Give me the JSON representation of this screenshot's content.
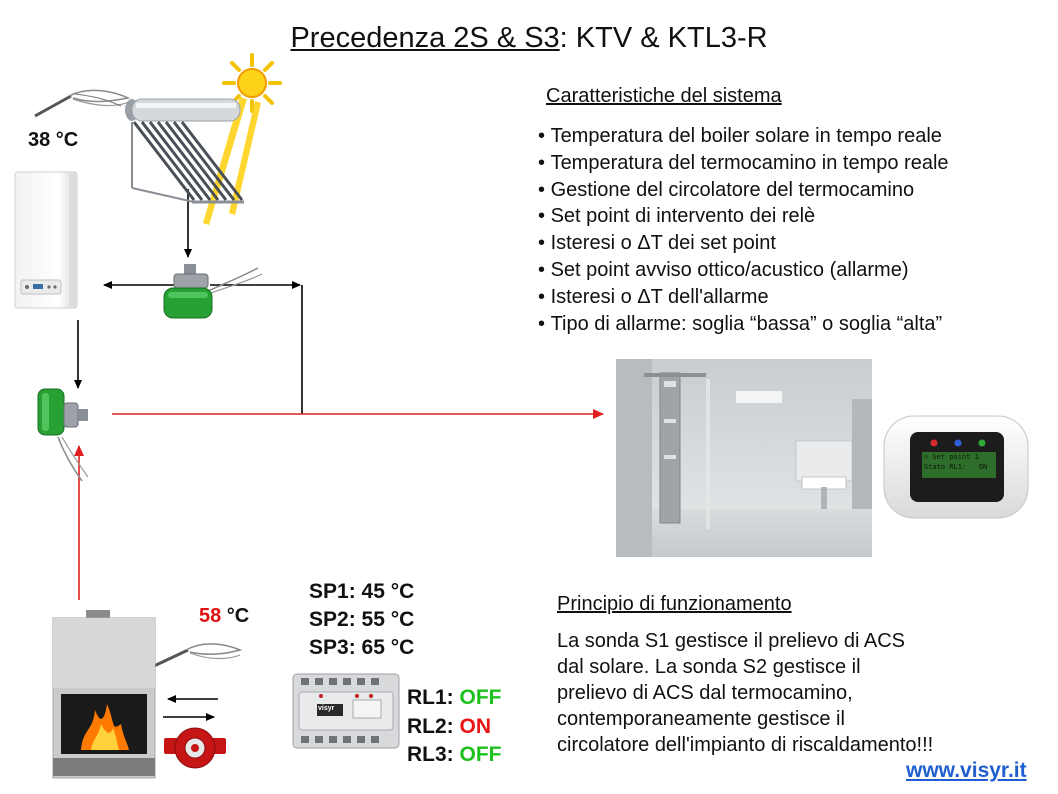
{
  "title": {
    "part1": "Precedenza 2S & S3",
    "part2": ": KTV & KTL3-R"
  },
  "features": {
    "heading": "Caratteristiche del sistema",
    "items": [
      "Temperatura del boiler solare in tempo reale",
      "Temperatura del termocamino in tempo reale",
      "Gestione del circolatore del termocamino",
      "Set point di intervento dei relè",
      "Isteresi o ΔT dei set point",
      "Set point avviso ottico/acustico (allarme)",
      "Isteresi o ΔT dell'allarme",
      "Tipo di allarme: soglia “bassa” o soglia “alta”"
    ]
  },
  "temperatures": {
    "boiler": "38 °C",
    "fireplace_value": "58",
    "fireplace_unit": " °C"
  },
  "setpoints": [
    {
      "label": "SP1: ",
      "value": "45 °C"
    },
    {
      "label": "SP2: ",
      "value": "55 °C"
    },
    {
      "label": "SP3: ",
      "value": "65 °C"
    }
  ],
  "relays": [
    {
      "label": "RL1: ",
      "state": "OFF"
    },
    {
      "label": "RL2: ",
      "state": "ON"
    },
    {
      "label": "RL3: ",
      "state": "OFF"
    }
  ],
  "principle": {
    "heading": "Principio di funzionamento",
    "body": "La sonda S1 gestisce il prelievo di ACS\ndal solare. La sonda S2 gestisce il\nprelievo di ACS dal termocamino,\ncontemporaneamente gestisce il\ncircolatore dell'impianto di riscaldamento!!!"
  },
  "device": {
    "brand": "visyr",
    "display_line1": "☼ Set point 1",
    "display_line2": "Stato RL1:   ON"
  },
  "website": "www.visyr.it",
  "colors": {
    "red_pipe": "#e02020",
    "relay_on": "#ea1515",
    "relay_off": "#1ec01e",
    "valve_green": "#27a034",
    "website_blue": "#1f5fd0"
  },
  "icons": [
    "sun-icon",
    "solar-collector-icon",
    "boiler-icon",
    "temperature-probe-icon",
    "three-way-valve-icon",
    "fireplace-icon",
    "circulator-pump-icon",
    "din-rail-controller-icon",
    "shower-photo",
    "wall-display-icon"
  ]
}
